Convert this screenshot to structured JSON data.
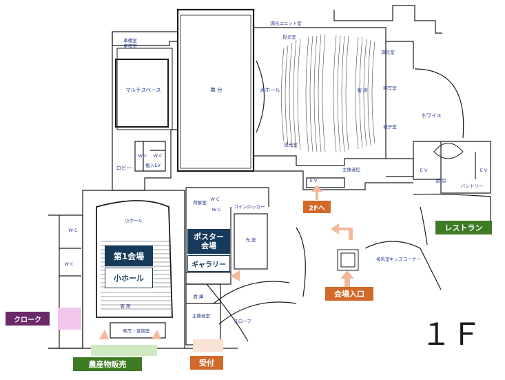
{
  "floor_label": "１Ｆ",
  "colors": {
    "navy": "#153a5a",
    "orange": "#d2682a",
    "orange_light": "#f4b89a",
    "green": "#3f7a24",
    "green_light": "#cfe9c2",
    "purple": "#6a2a6a",
    "purple_light": "#f0c6ee",
    "peach": "#fbe2d4"
  },
  "badges": {
    "session1": "第1会場",
    "small_hall_sub": "小ホール",
    "poster": "ポスター\n会場",
    "gallery": "ギャラリー",
    "to_2f": "2Fへ",
    "restaurant": "レストラン",
    "entrance": "会場入口",
    "cloak": "クローク",
    "farm_sales": "農産物販売",
    "reception": "受付"
  },
  "rooms": {
    "prep_room": "準備室",
    "dressing": "更衣室",
    "multi_space": "マルチスペース",
    "stage": "舞 台",
    "large_hall": "大ホール",
    "dimmer_unit": "調光ユニット室",
    "projection_top": "投光室",
    "projection_bottom": "投光室",
    "seats_large": "客 席",
    "dimmer_room": "調光室",
    "film_room": "映写室",
    "parent_child": "親子室",
    "foyer": "ホワイエ",
    "lobby": "ロビー",
    "wc1": "W C",
    "wc2": "W C",
    "wc3": "W C",
    "wc4": "W C",
    "wc5": "W C",
    "wc6": "W C",
    "ev_carry": "搬入EV",
    "ev_left": "E V",
    "ev_right": "E V",
    "ev_kitchen": "E V",
    "organizer_waiting": "主催者控",
    "kitchen": "厨 房",
    "pantry": "パントリー",
    "small_hall": "小ホール",
    "seats_small": "客 席",
    "projection_control": "映写・音調室",
    "materials_room": "荷解室",
    "coin_locker": "コインロッカー",
    "light_court": "光 庭",
    "storage": "倉 庫",
    "organizer_room": "主催者室",
    "slope": "スロープ",
    "nursing": "授乳室",
    "kids_corner": "キッズコーナー"
  }
}
